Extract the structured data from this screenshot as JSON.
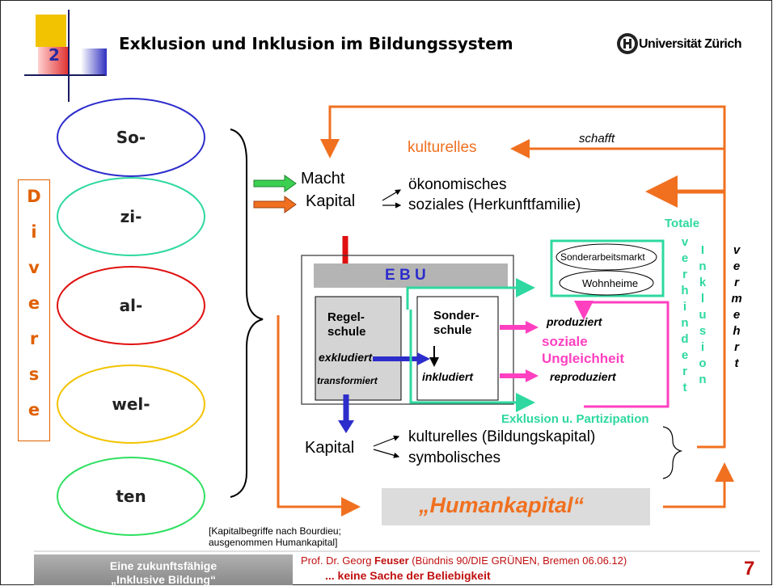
{
  "slide": {
    "number": "2",
    "title": "Exklusion und Inklusion im Bildungssystem",
    "university": "Universität Zürich",
    "page": "7"
  },
  "ovals": [
    "So-",
    "zi-",
    "al-",
    "wel-",
    "ten"
  ],
  "diverse": [
    "D",
    "i",
    "v",
    "e",
    "r",
    "s",
    "e"
  ],
  "capital_top": {
    "macht": "Macht",
    "kapital": "Kapital",
    "kulturelles": "kulturelles",
    "schafft": "schafft",
    "oekonomisches": "ökonomisches",
    "soziales": "soziales (Herkunftfamilie)"
  },
  "ebu": {
    "title": "E B U",
    "regelschule": [
      "Regel-",
      "schule"
    ],
    "exkludiert": "exkludiert",
    "transformiert": "transformiert",
    "sonderschule": [
      "Sonder-",
      "schule"
    ],
    "inkludiert": "inkludiert"
  },
  "right_box": {
    "sonderarbeitsmarkt": "Sonderarbeitsmarkt",
    "wohnheime": "Wohnheime",
    "produziert": "produziert",
    "soziale": "soziale",
    "ungleichheit": "Ungleichheit",
    "reproduziert": "reproduziert"
  },
  "totale": "Totale",
  "verhindert": [
    "v",
    "e",
    "r",
    "h",
    "i",
    "n",
    "d",
    "e",
    "r",
    "t"
  ],
  "inklusion": [
    "I",
    "n",
    "k",
    "l",
    "u",
    "s",
    "i",
    "o",
    "n"
  ],
  "vermehrt": [
    "v",
    "e",
    "r",
    "m",
    "e",
    "h",
    "r",
    "t"
  ],
  "exklusion": "Exklusion u. Partizipation",
  "capital_bottom": {
    "kapital": "Kapital",
    "kulturelles": "kulturelles (Bildungskapital)",
    "symbolisches": "symbolisches"
  },
  "humankapital": "„Humankapital“",
  "note": [
    "[Kapitalbegriffe nach Bourdieu;",
    "ausgenommen Humankapital]"
  ],
  "footer": {
    "left": [
      "Eine zukunftsfähige",
      "„Inklusive Bildung“"
    ],
    "author_prefix": "Prof. Dr. Georg ",
    "author_name": "Feuser",
    "author_suffix": " (Bündnis 90/DIE GRÜNEN, Bremen 06.06.12)",
    "subtitle": "... keine Sache der Beliebigkeit"
  },
  "colors": {
    "orange": "#f07020",
    "green": "#2ed8a0",
    "blue": "#2d2dcc",
    "magenta": "#ff40c0",
    "red": "#e01010",
    "yellow": "#f2c300",
    "footer_red": "#c01010"
  }
}
